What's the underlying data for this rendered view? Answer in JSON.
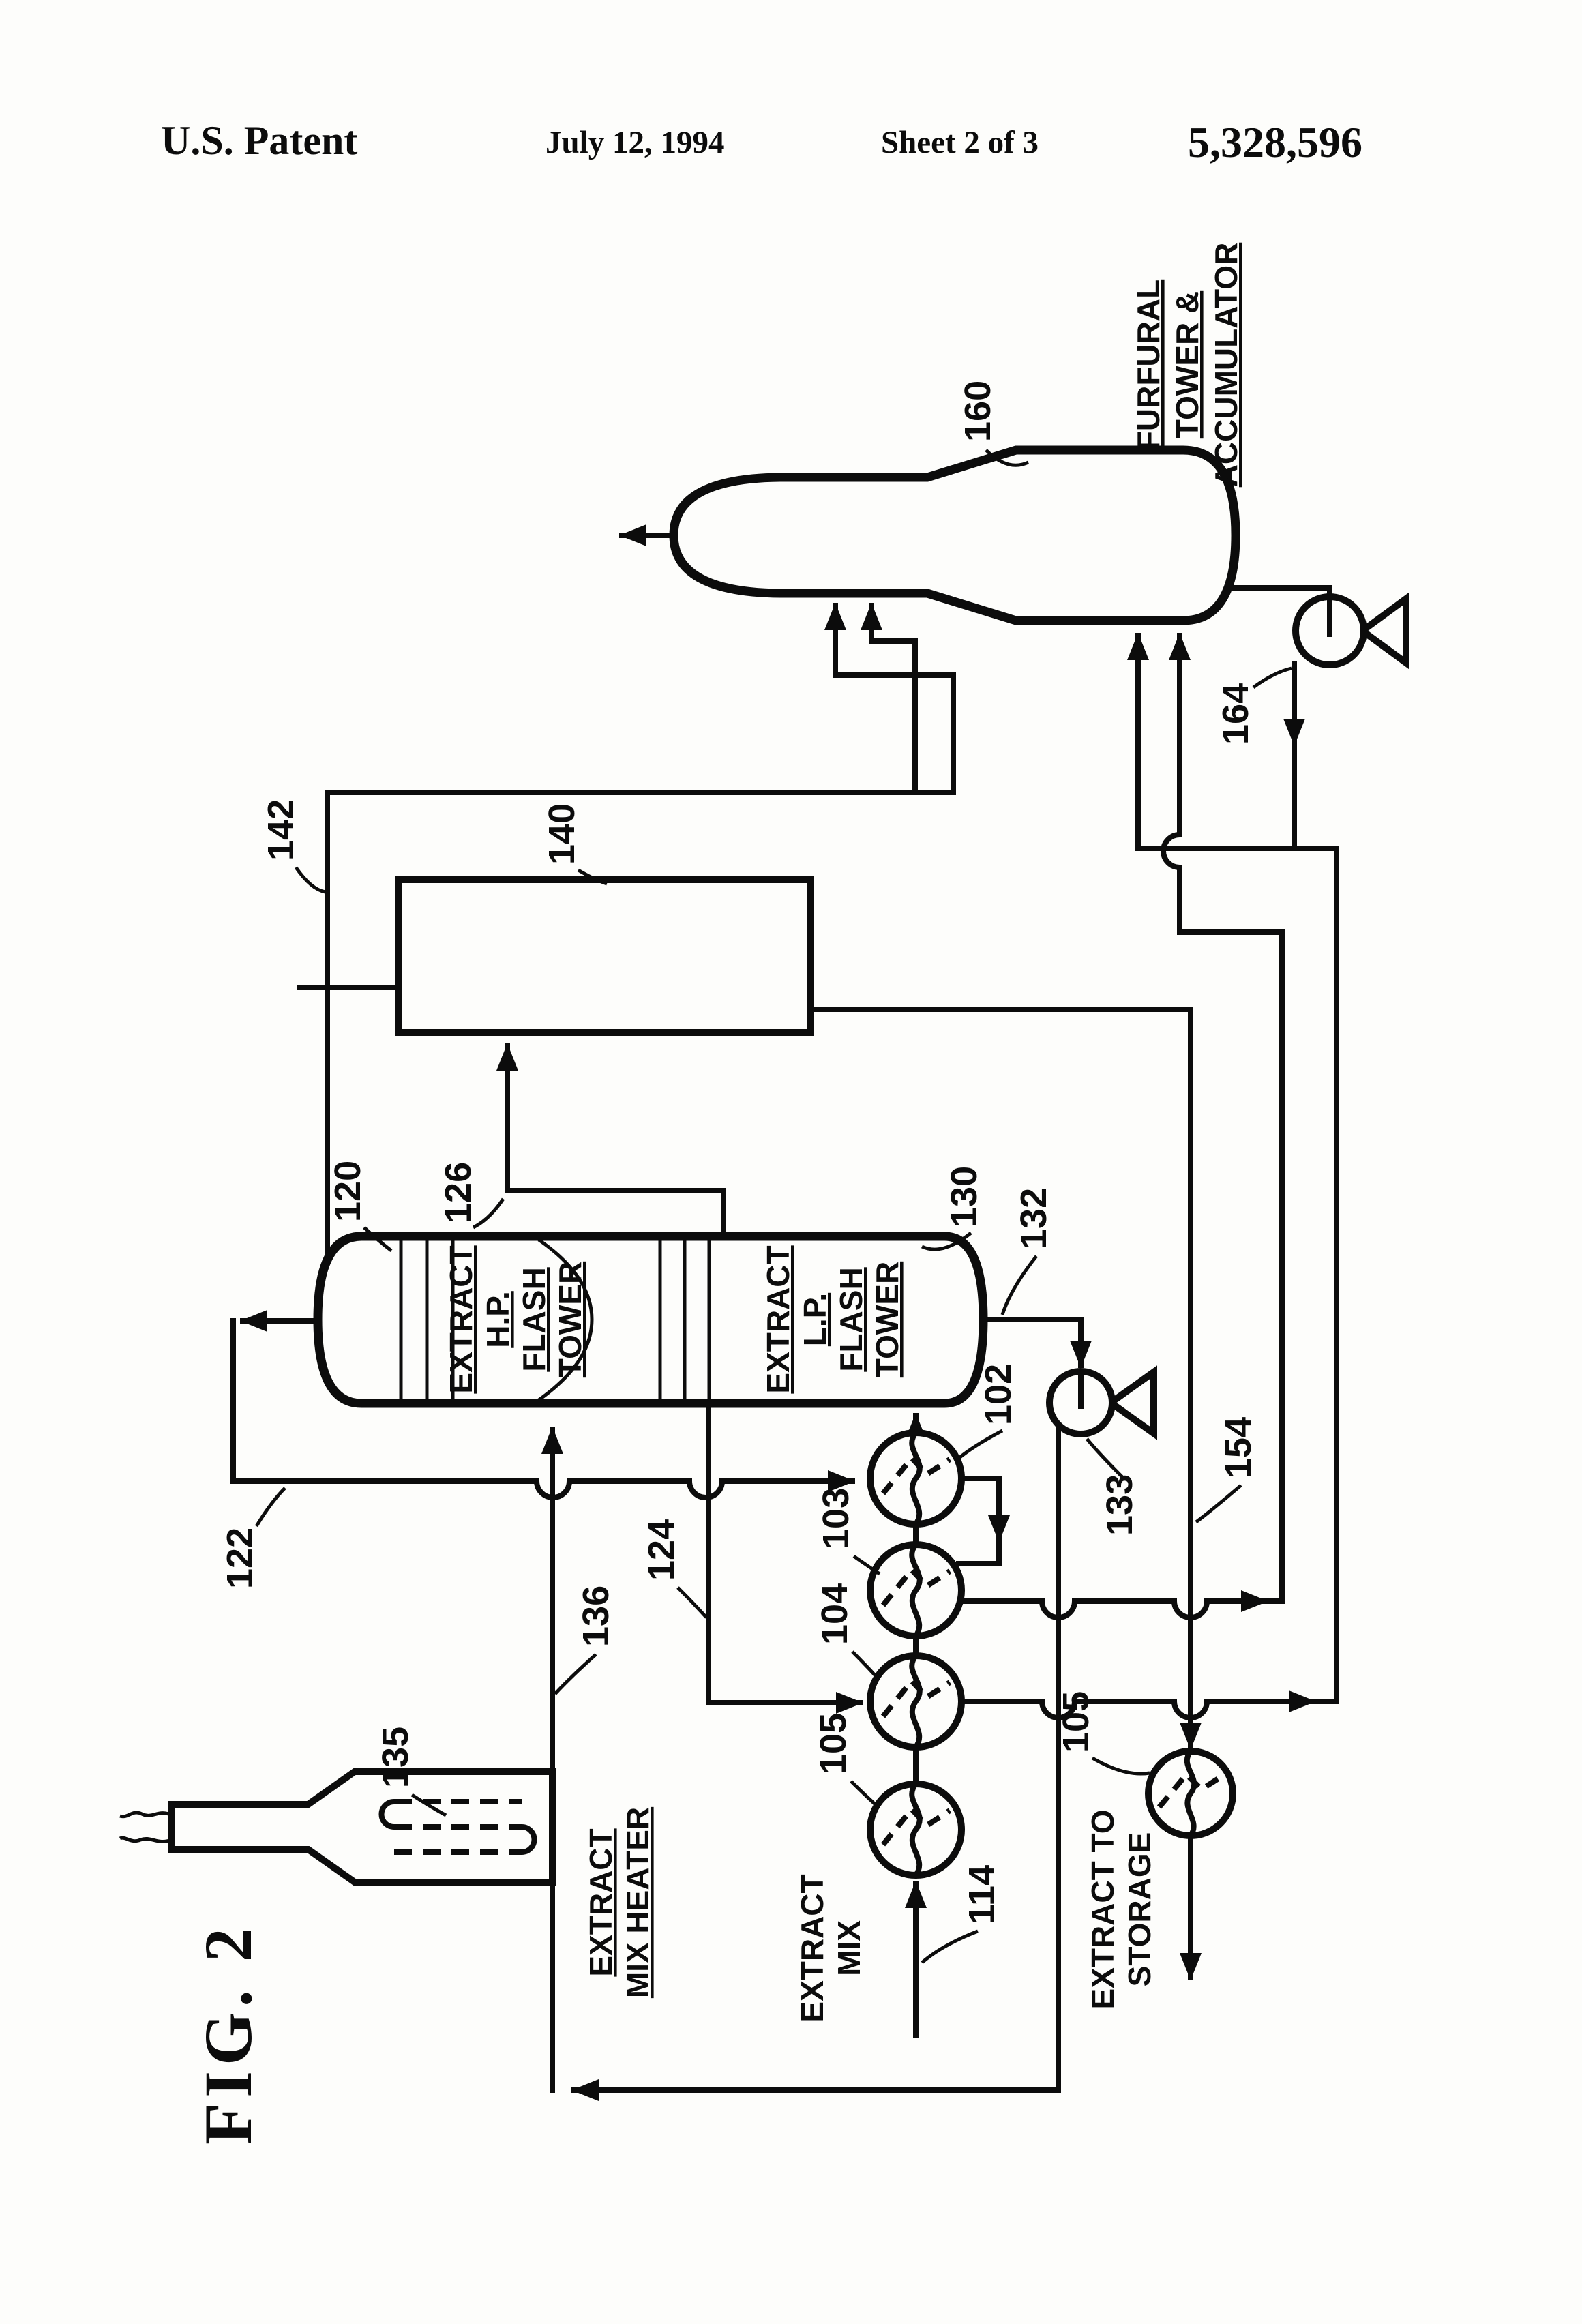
{
  "header": {
    "publication": "U.S. Patent",
    "date": "July 12, 1994",
    "sheet": "Sheet 2 of 3",
    "patent_number": "5,328,596"
  },
  "figure_label": "FIG. 2",
  "equipment_labels": {
    "furfural_tower": [
      "FURFURAL",
      "TOWER &",
      "ACCUMULATOR"
    ],
    "hp_flash_tower": [
      "EXTRACT",
      "H.P.",
      "FLASH",
      "TOWER"
    ],
    "lp_flash_tower": [
      "EXTRACT",
      "L.P.",
      "FLASH",
      "TOWER"
    ],
    "extract_mix_heater": [
      "EXTRACT",
      "MIX HEATER"
    ],
    "extract_mix": [
      "EXTRACT",
      "MIX"
    ],
    "extract_to_storage": [
      "EXTRACT TO",
      "STORAGE"
    ]
  },
  "refs": {
    "102": "102",
    "103": "103",
    "104": "104",
    "105": "105",
    "105b": "105",
    "114": "114",
    "120": "120",
    "122": "122",
    "124": "124",
    "126": "126",
    "130": "130",
    "132": "132",
    "133": "133",
    "135": "135",
    "136": "136",
    "140": "140",
    "142": "142",
    "154": "154",
    "160": "160",
    "164": "164"
  },
  "colors": {
    "ink": "#0c0c0c",
    "paper": "#fdfdfb"
  }
}
